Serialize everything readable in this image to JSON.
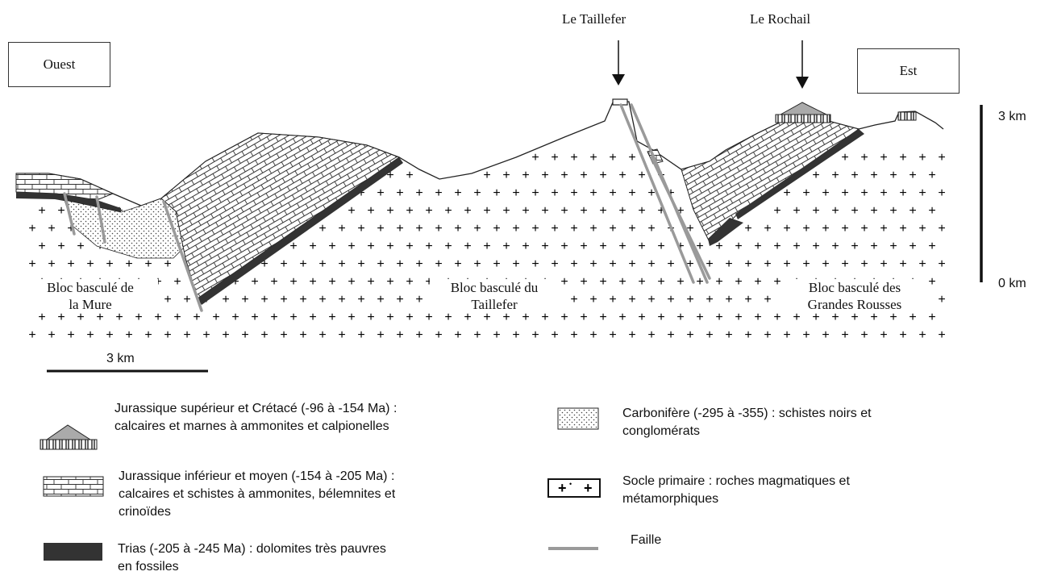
{
  "labels": {
    "west": "Ouest",
    "east": "Est",
    "peak_taillefer": "Le Taillefer",
    "peak_rochail": "Le Rochail",
    "scale_top": "3 km",
    "scale_bottom": "0 km",
    "scale_horizontal": "3 km",
    "block_mure_line1": "Bloc basculé de",
    "block_mure_line2": "la Mure",
    "block_taillefer_line1": "Bloc basculé du",
    "block_taillefer_line2": "Taillefer",
    "block_grandes_line1": "Bloc basculé des",
    "block_grandes_line2": "Grandes Rousses"
  },
  "legend": {
    "jurassique_sup_line1": "Jurassique supérieur et Crétacé (-96 à -154 Ma) :",
    "jurassique_sup_line2": "calcaires et marnes à ammonites et calpionelles",
    "jurassique_inf_line1": "Jurassique inférieur et moyen (-154 à -205 Ma) :",
    "jurassique_inf_line2": "calcaires et schistes à ammonites, bélemnites et",
    "jurassique_inf_line3": "crinoïdes",
    "trias_line1": "Trias (-205 à -245 Ma) : dolomites très pauvres",
    "trias_line2": "en fossiles",
    "carbonifere_line1": "Carbonifère (-295 à -355) : schistes noirs et",
    "carbonifere_line2": "conglomérats",
    "socle_line1": "Socle primaire : roches magmatiques et",
    "socle_line2": "métamorphiques",
    "faille": "Faille"
  },
  "colors": {
    "trias": "#333333",
    "fault": "#9a9a9a",
    "cretace": "#aaaaaa",
    "outline": "#222222"
  }
}
